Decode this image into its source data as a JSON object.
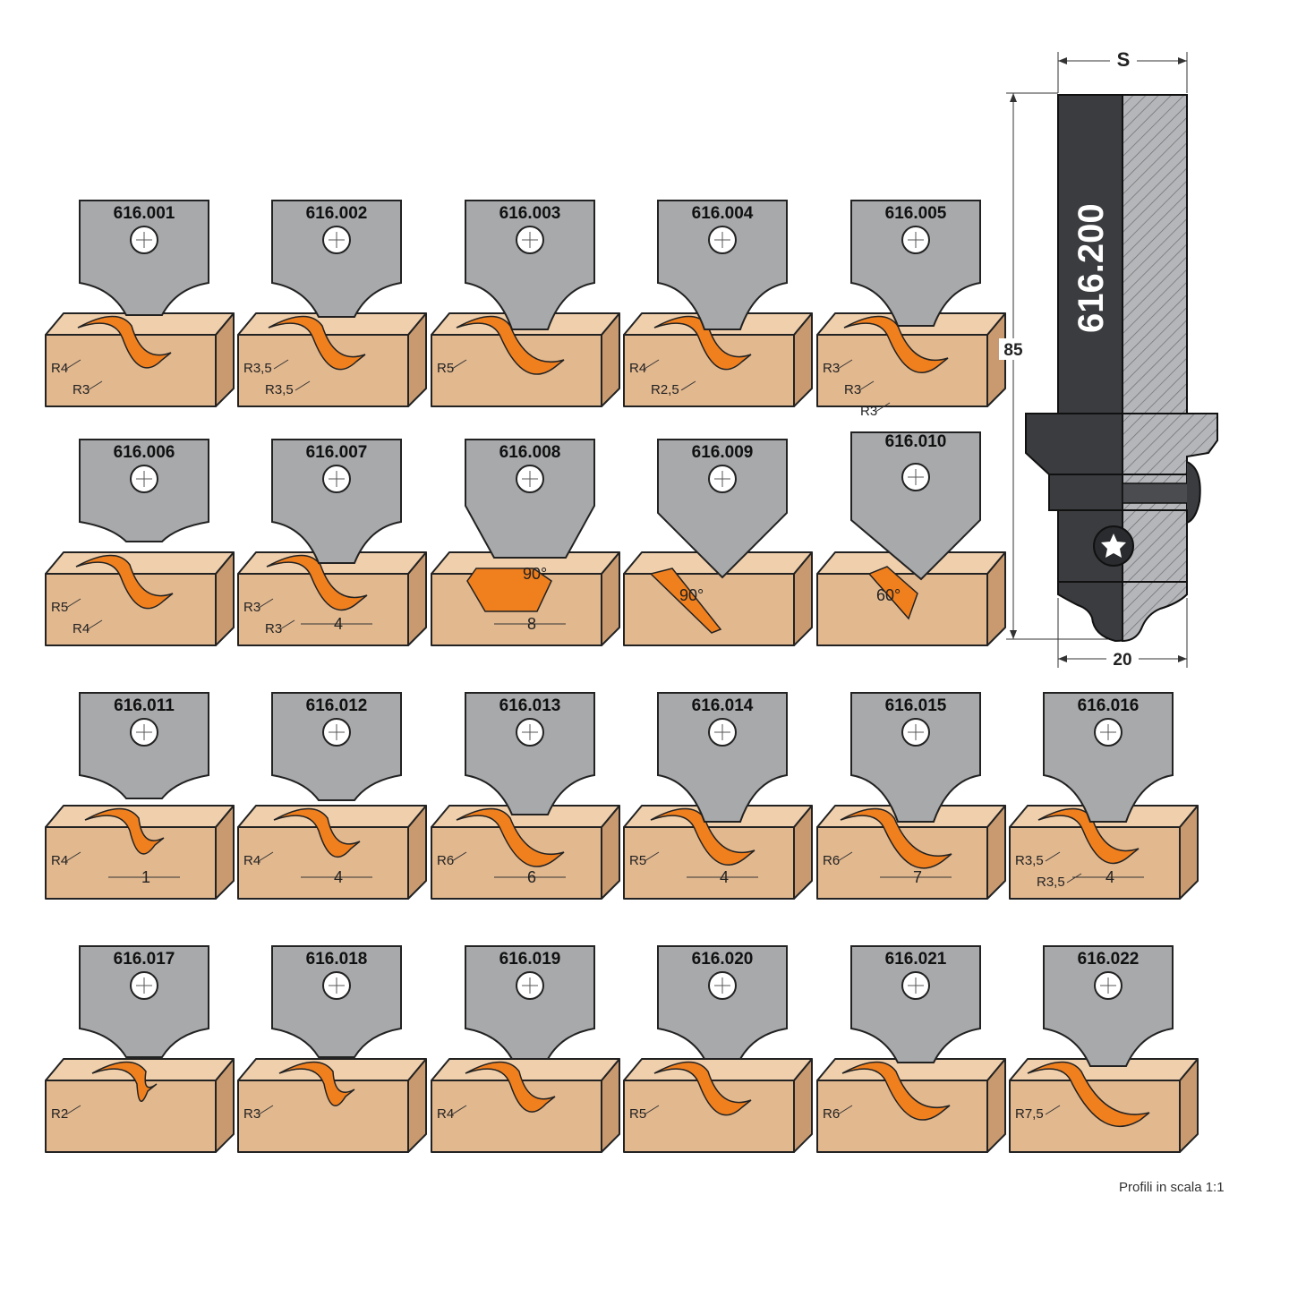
{
  "tool": {
    "code": "616.200",
    "dim_s": "S",
    "dim_length": "85",
    "dim_diameter": "20"
  },
  "profiles": [
    {
      "code": "616.001",
      "labels": [
        "R4",
        "R3"
      ],
      "dim": "",
      "angle": ""
    },
    {
      "code": "616.002",
      "labels": [
        "R3,5",
        "R3,5"
      ],
      "dim": "",
      "angle": ""
    },
    {
      "code": "616.003",
      "labels": [
        "R5"
      ],
      "dim": "",
      "angle": ""
    },
    {
      "code": "616.004",
      "labels": [
        "R4",
        "R2,5"
      ],
      "dim": "",
      "angle": ""
    },
    {
      "code": "616.005",
      "labels": [
        "R3",
        "R3",
        "R3"
      ],
      "dim": "",
      "angle": ""
    },
    {
      "code": "616.006",
      "labels": [
        "R5",
        "R4"
      ],
      "dim": "",
      "angle": ""
    },
    {
      "code": "616.007",
      "labels": [
        "R3",
        "R3"
      ],
      "dim": "4",
      "angle": ""
    },
    {
      "code": "616.008",
      "labels": [],
      "dim": "8",
      "angle": "90°"
    },
    {
      "code": "616.009",
      "labels": [],
      "dim": "",
      "angle": "90°"
    },
    {
      "code": "616.010",
      "labels": [],
      "dim": "",
      "angle": "60°"
    },
    {
      "code": "616.011",
      "labels": [
        "R4"
      ],
      "dim": "1",
      "angle": ""
    },
    {
      "code": "616.012",
      "labels": [
        "R4"
      ],
      "dim": "4",
      "angle": ""
    },
    {
      "code": "616.013",
      "labels": [
        "R6"
      ],
      "dim": "6",
      "angle": ""
    },
    {
      "code": "616.014",
      "labels": [
        "R5"
      ],
      "dim": "4",
      "angle": ""
    },
    {
      "code": "616.015",
      "labels": [
        "R6"
      ],
      "dim": "7",
      "angle": ""
    },
    {
      "code": "616.016",
      "labels": [
        "R3,5",
        "R3,5"
      ],
      "dim": "4",
      "angle": ""
    },
    {
      "code": "616.017",
      "labels": [
        "R2"
      ],
      "dim": "",
      "angle": ""
    },
    {
      "code": "616.018",
      "labels": [
        "R3"
      ],
      "dim": "",
      "angle": ""
    },
    {
      "code": "616.019",
      "labels": [
        "R4"
      ],
      "dim": "",
      "angle": ""
    },
    {
      "code": "616.020",
      "labels": [
        "R5"
      ],
      "dim": "",
      "angle": ""
    },
    {
      "code": "616.021",
      "labels": [
        "R6"
      ],
      "dim": "",
      "angle": ""
    },
    {
      "code": "616.022",
      "labels": [
        "R7,5"
      ],
      "dim": "",
      "angle": ""
    }
  ],
  "footer_note": "Profili in scala 1:1",
  "colors": {
    "plate": "#a7a9ab",
    "wood": "#e2b88f",
    "cut": "#f07f1e",
    "shaft": "#3a3c3f"
  }
}
